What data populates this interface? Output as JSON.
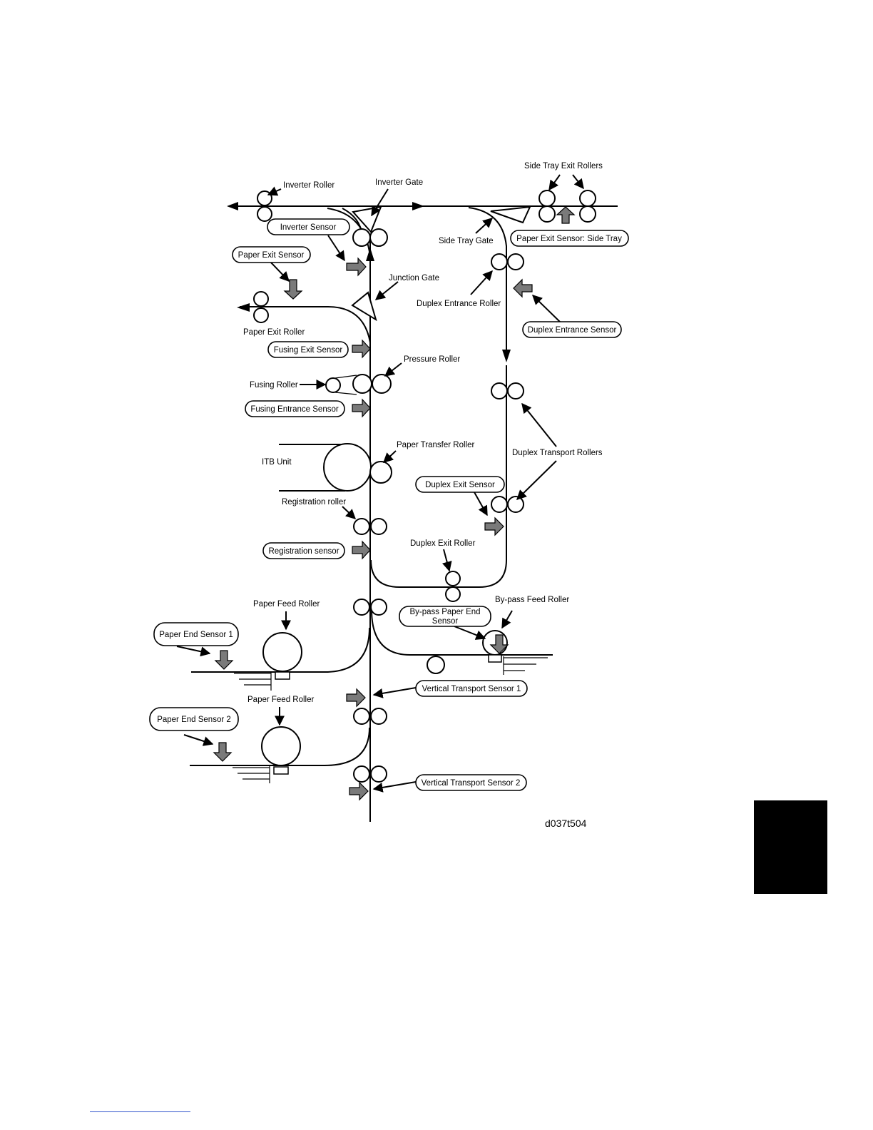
{
  "diagram": {
    "labels": {
      "side_tray_exit_rollers": "Side Tray Exit Rollers",
      "inverter_roller": "Inverter Roller",
      "inverter_gate": "Inverter Gate",
      "side_tray_gate": "Side Tray Gate",
      "junction_gate": "Junction Gate",
      "duplex_entrance_roller": "Duplex Entrance Roller",
      "paper_exit_roller": "Paper Exit Roller",
      "pressure_roller": "Pressure Roller",
      "fusing_roller": "Fusing Roller",
      "paper_transfer_roller": "Paper Transfer Roller",
      "duplex_transport_rollers": "Duplex Transport Rollers",
      "itb_unit": "ITB Unit",
      "registration_roller": "Registration roller",
      "duplex_exit_roller": "Duplex Exit Roller",
      "paper_feed_roller_1": "Paper Feed Roller",
      "bypass_feed_roller": "By-pass Feed Roller",
      "paper_feed_roller_2": "Paper Feed Roller",
      "figure_id": "d037t504"
    },
    "sensors": {
      "inverter_sensor": "Inverter Sensor",
      "paper_exit_sensor": "Paper Exit Sensor",
      "paper_exit_sensor_side_tray": "Paper Exit Sensor: Side Tray",
      "duplex_entrance_sensor": "Duplex Entrance Sensor",
      "fusing_exit_sensor": "Fusing Exit Sensor",
      "fusing_entrance_sensor": "Fusing Entrance Sensor",
      "duplex_exit_sensor": "Duplex Exit Sensor",
      "registration_sensor": "Registration sensor",
      "bypass_paper_end_sensor_line1": "By-pass Paper End",
      "bypass_paper_end_sensor_line2": "Sensor",
      "paper_end_sensor_1": "Paper End Sensor 1",
      "vertical_transport_sensor_1": "Vertical Transport Sensor 1",
      "paper_end_sensor_2": "Paper End Sensor 2",
      "vertical_transport_sensor_2": "Vertical Transport Sensor 2"
    },
    "colors": {
      "line": "#000000",
      "sensor_arrow": "#7a7a7a",
      "tab": "#000000"
    }
  }
}
